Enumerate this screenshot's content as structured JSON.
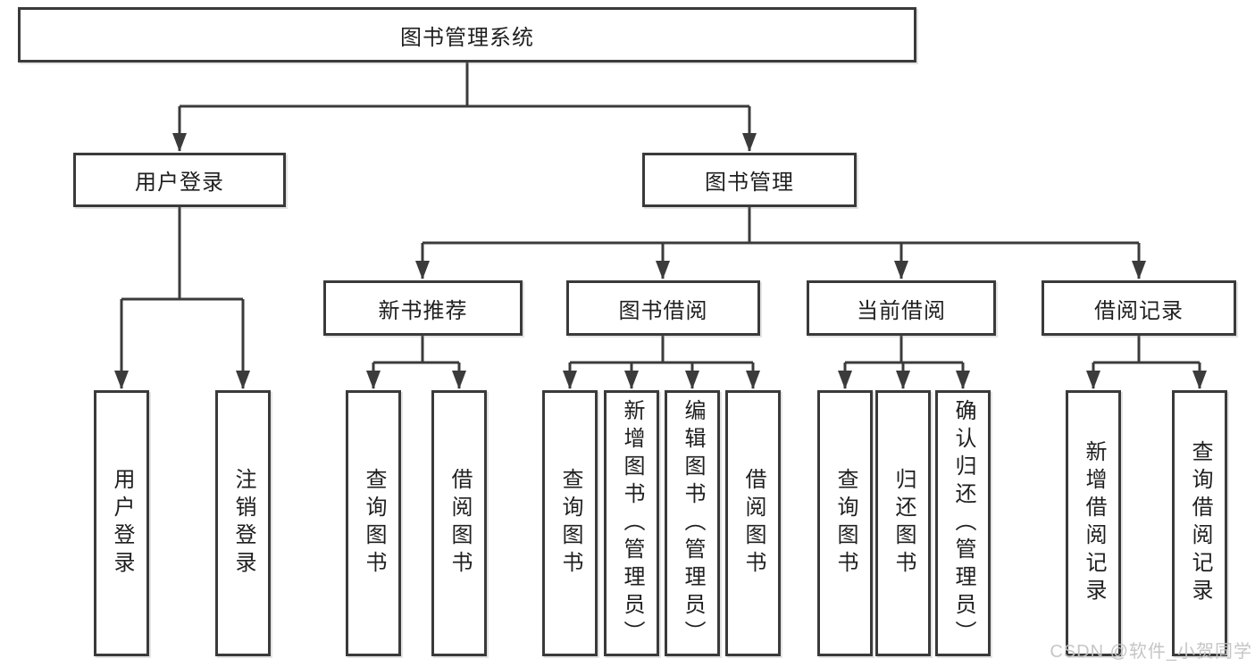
{
  "diagram": {
    "type": "hierarchy-tree",
    "root": {
      "label": "图书管理系统"
    },
    "level2": [
      {
        "label": "用户登录"
      },
      {
        "label": "图书管理"
      }
    ],
    "level3": [
      {
        "label": "新书推荐",
        "parent": "图书管理"
      },
      {
        "label": "图书借阅",
        "parent": "图书管理"
      },
      {
        "label": "当前借阅",
        "parent": "图书管理"
      },
      {
        "label": "借阅记录",
        "parent": "图书管理"
      }
    ],
    "leaves": [
      {
        "label": "用户登录",
        "parent": "用户登录"
      },
      {
        "label": "注销登录",
        "parent": "用户登录"
      },
      {
        "label": "查询图书",
        "parent": "新书推荐"
      },
      {
        "label": "借阅图书",
        "parent": "新书推荐"
      },
      {
        "label": "查询图书",
        "parent": "图书借阅"
      },
      {
        "label": "新增图书（管理员）",
        "parent": "图书借阅"
      },
      {
        "label": "编辑图书（管理员）",
        "parent": "图书借阅"
      },
      {
        "label": "借阅图书",
        "parent": "图书借阅"
      },
      {
        "label": "查询图书",
        "parent": "当前借阅"
      },
      {
        "label": "归还图书",
        "parent": "当前借阅"
      },
      {
        "label": "确认归还（管理员）",
        "parent": "当前借阅"
      },
      {
        "label": "新增借阅记录",
        "parent": "借阅记录"
      },
      {
        "label": "查询借阅记录",
        "parent": "借阅记录"
      }
    ]
  },
  "colors": {
    "line": "#3b3b3b",
    "box_border": "#3a3a3a",
    "box_fill": "#ffffff",
    "text": "#1f1f1f",
    "watermark": "#c3c3c3"
  },
  "watermark": {
    "text": "CSDN @软件_小贺同学"
  }
}
